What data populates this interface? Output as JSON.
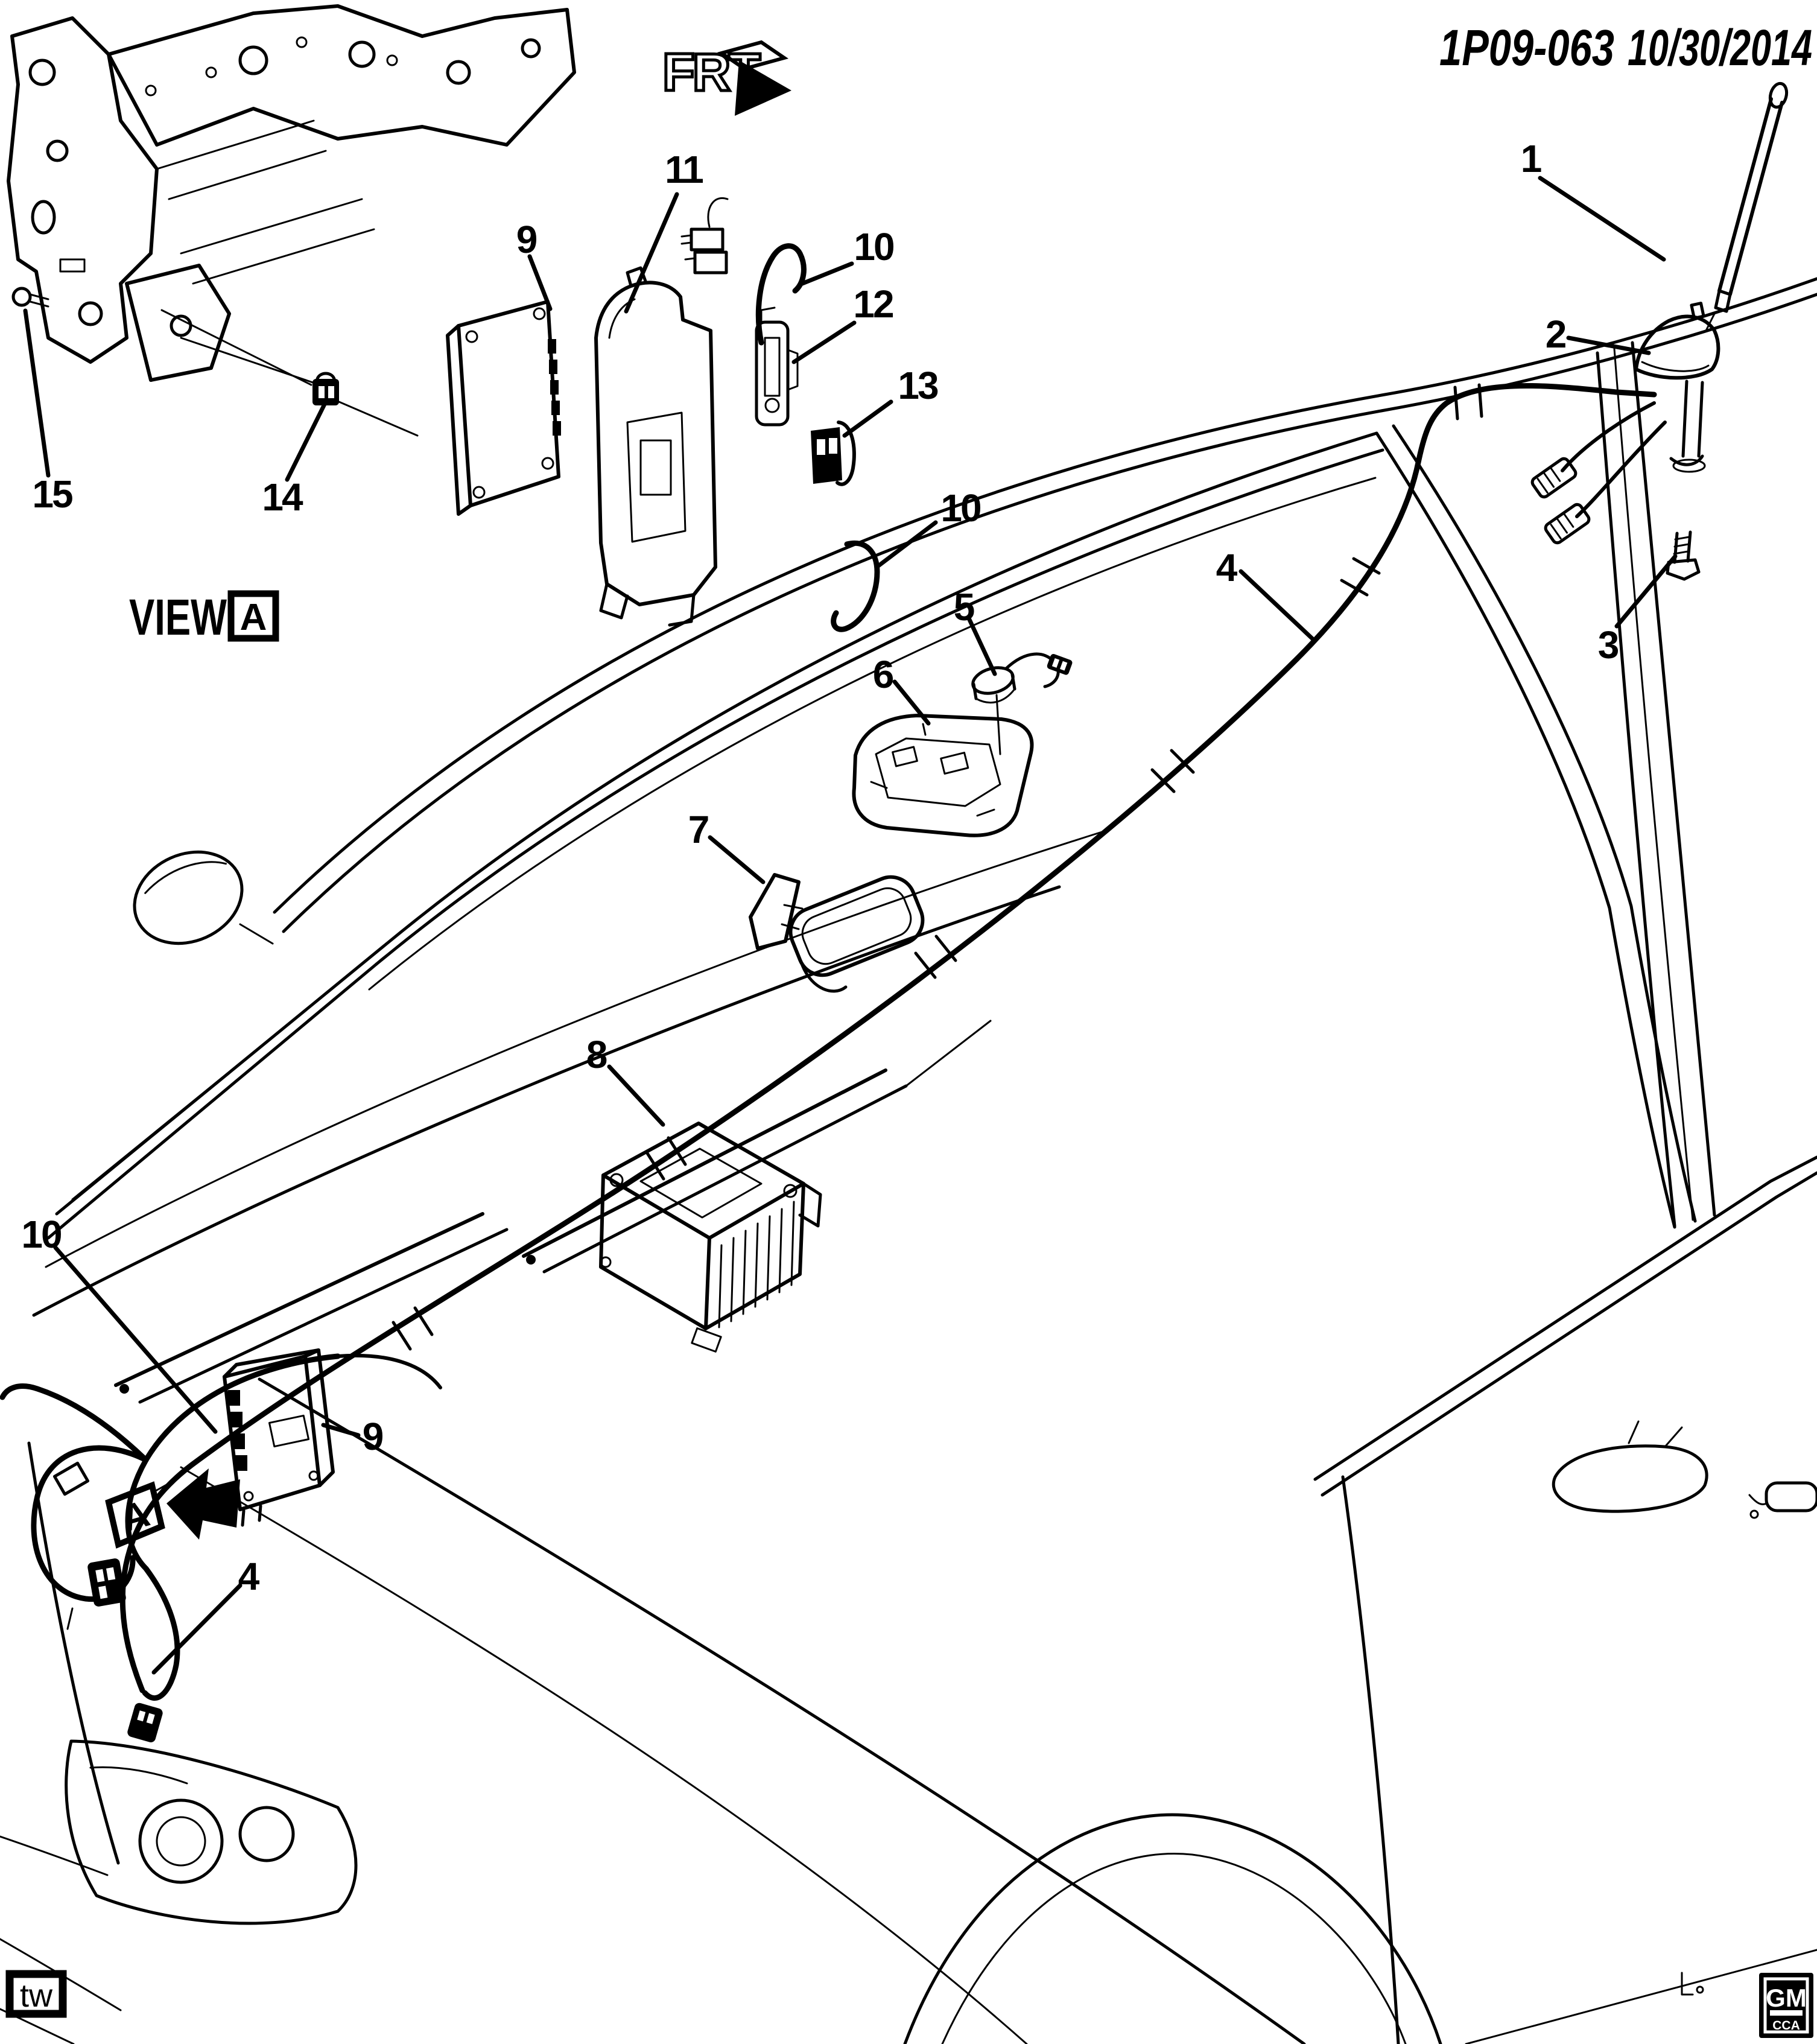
{
  "header": {
    "drawing_number": "1P09-063",
    "date": "10/30/2014"
  },
  "markers": {
    "frt": "FRT",
    "view_word": "VIEW",
    "view_ref": "A",
    "detail_ref": "A"
  },
  "footer": {
    "signature": "tw",
    "logo_text": "GM",
    "logo_subtext": "CCA"
  },
  "colors": {
    "ink": "#000000",
    "paper": "#ffffff"
  },
  "callouts": [
    {
      "label": "1"
    },
    {
      "label": "2"
    },
    {
      "label": "3"
    },
    {
      "label": "4"
    },
    {
      "label": "5"
    },
    {
      "label": "6"
    },
    {
      "label": "7"
    },
    {
      "label": "8"
    },
    {
      "label": "9"
    },
    {
      "label": "10"
    },
    {
      "label": "11"
    },
    {
      "label": "12"
    },
    {
      "label": "13"
    },
    {
      "label": "10"
    },
    {
      "label": "14"
    },
    {
      "label": "15"
    },
    {
      "label": "10"
    },
    {
      "label": "9"
    },
    {
      "label": "4"
    }
  ]
}
